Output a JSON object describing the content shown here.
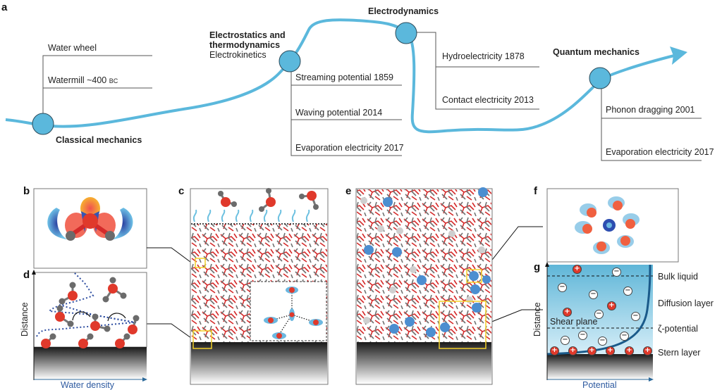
{
  "panel_labels": {
    "a": "a",
    "b": "b",
    "c": "c",
    "d": "d",
    "e": "e",
    "f": "f",
    "g": "g"
  },
  "timeline": {
    "eras": [
      {
        "title": "Classical mechanics",
        "subtitle": "",
        "items": [
          "Water wheel",
          "Watermill ~400"
        ],
        "suffix": "BC"
      },
      {
        "title": "Electrostatics and",
        "title2": "thermodynamics",
        "subtitle": "Electrokinetics",
        "items": [
          "Streaming potential 1859",
          "Waving potential 2014",
          "Evaporation electricity 2017"
        ]
      },
      {
        "title": "Electrodynamics",
        "subtitle": "",
        "items": [
          "Hydroelectricity 1878",
          "Contact electricity 2013"
        ]
      },
      {
        "title": "Quantum mechanics",
        "subtitle": "",
        "items": [
          "Phonon dragging 2001",
          "Evaporation electricity 2017"
        ]
      }
    ]
  },
  "panel_d": {
    "ylabel": "Distance",
    "xlabel": "Water density"
  },
  "panel_g": {
    "ylabel": "Distance",
    "xlabel": "Potential",
    "layers": [
      "Bulk liquid",
      "Diffusion layer",
      "ζ-potential",
      "Stern layer"
    ],
    "shear_plane": "Shear plane",
    "plus": "+",
    "minus": "−"
  },
  "colors": {
    "curve": "#5bb8dc",
    "node": "#5bb8dc",
    "axis": "#2d5aa0",
    "red": "#e0392b",
    "grey": "#6b6b6b",
    "yellow": "#f2d02a"
  }
}
